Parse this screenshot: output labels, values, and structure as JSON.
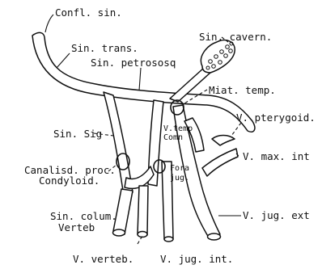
{
  "labels": {
    "confl_sin": "Confl. sin.",
    "sin_trans": "Sin. trans.",
    "sin_cavern": "Sin. cavern.",
    "sin_petrososq": "Sin. petrososq",
    "miat_temp": "Miat. temp.",
    "v_temp_comm_1": "V.temp",
    "v_temp_comm_2": "Comn",
    "v_pterygoid": "V. pterygoid.",
    "sin_sig": "Sin. Sig",
    "v_max_int": "V. max. int",
    "canalisd_proc": "Canalisd. proc.",
    "condyloid": "Condyloid.",
    "fora_jug_1": "Fora",
    "fora_jug_2": "jug.",
    "sin_colum": "Sin. colum.",
    "verteb": "Verteb",
    "v_jug_ext": "V. jug. ext",
    "v_verteb": "V. verteb.",
    "v_jug_int": "V. jug. int."
  }
}
